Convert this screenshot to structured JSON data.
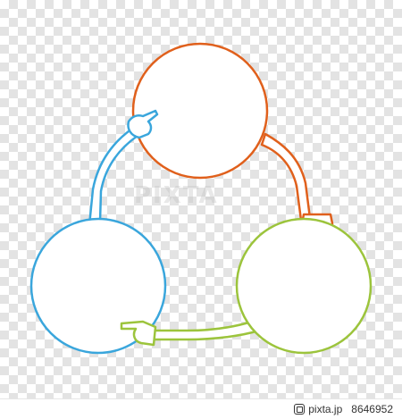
{
  "watermark": {
    "text": "PIXTA"
  },
  "footer": {
    "brand": "pixta.jp",
    "image_id": "8646952"
  },
  "colors": {
    "orange": "#e0601c",
    "blue": "#3aa6dc",
    "green": "#9cc43c",
    "checker": "#e3e3e3"
  },
  "icons": [
    "pointing-hand-icon",
    "pixta-logo-icon"
  ]
}
